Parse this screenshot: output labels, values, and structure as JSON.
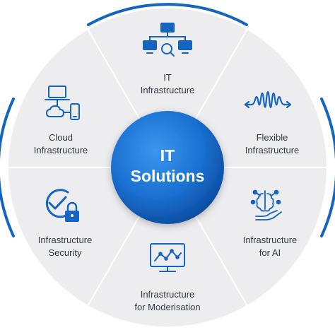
{
  "center": {
    "line1": "IT",
    "line2": "Solutions"
  },
  "segments": [
    {
      "line1": "IT",
      "line2": "Infrastructure",
      "icon": "network-search-icon"
    },
    {
      "line1": "Flexible",
      "line2": "Infrastructure",
      "icon": "waveform-icon"
    },
    {
      "line1": "Infrastructure",
      "line2": "for AI",
      "icon": "ai-brain-hand-icon"
    },
    {
      "line1": "Infrastructure",
      "line2": "for Moderisation",
      "icon": "monitor-chart-icon"
    },
    {
      "line1": "Infrastructure",
      "line2": "Security",
      "icon": "shield-lock-icon"
    },
    {
      "line1": "Cloud",
      "line2": "Infrastructure",
      "icon": "cloud-devices-icon"
    }
  ],
  "colors": {
    "ring_bg": "#ededef",
    "divider": "#ffffff",
    "accent": "#1565c0",
    "center_light": "#2f8be6",
    "center_dark": "#0d4ea8",
    "text": "#333a44"
  }
}
